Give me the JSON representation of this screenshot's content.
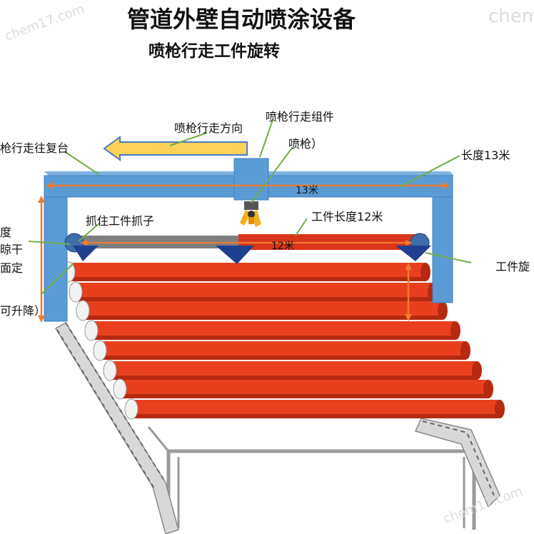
{
  "title": "管道外壁自动喷涂设备",
  "subtitle": "喷枪行走工件旋转",
  "watermarks": [
    "chem",
    "chem17.com",
    "chem17.com"
  ],
  "labels": {
    "walk_direction": "喷枪行走方向",
    "walk_assembly": "喷枪行走组件",
    "gun": "喷枪）",
    "platform": "枪行走往复台",
    "length_13": "长度13米",
    "beam_13": "13米",
    "gripper": "抓住工件抓子",
    "work_length": "工件长度12米",
    "work_dim": "12米",
    "left_1": "度",
    "left_2": "晾干",
    "left_3": "面定",
    "left_4": "可升降）",
    "rotate": "工件旋"
  },
  "colors": {
    "frame": "#5b9bd5",
    "frame_dark": "#3f7fbf",
    "pipe": "#e8401f",
    "pipe_dark": "#b52a10",
    "arrow_fill": "#fcd25a",
    "arrow_stroke": "#4a7bc4",
    "dim_line": "#ed7d31",
    "leader": "#70ad47",
    "gripper": "#1f3f8f",
    "chain": "#aaaaaa"
  },
  "icons": [
    "direction-arrow-icon",
    "spray-gun-icon",
    "gripper-icon"
  ]
}
